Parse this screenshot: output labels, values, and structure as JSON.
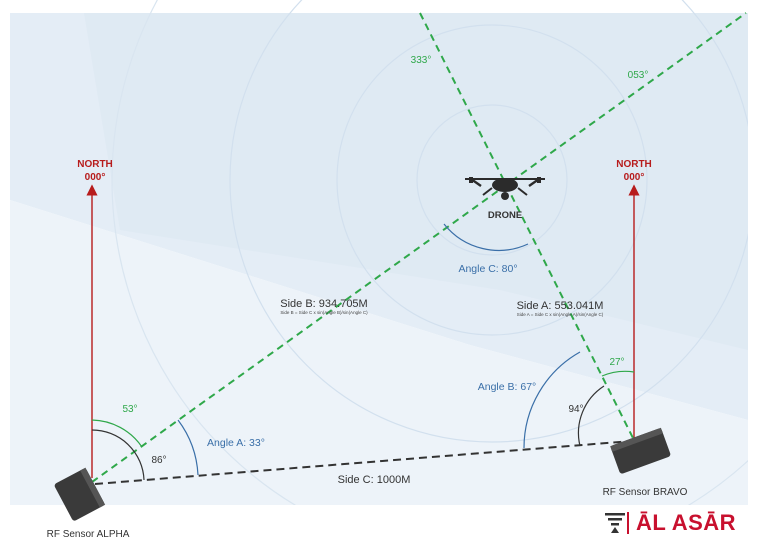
{
  "colors": {
    "background": "#e8f0f8",
    "ring_stroke": "#d2e0ee",
    "north_red": "#b71c1c",
    "bearing_green": "#2fa84a",
    "angle_blue": "#3a6fa8",
    "dark_line": "#333333",
    "logo_red": "#c8102e",
    "text_dark": "#333333"
  },
  "sensors": {
    "alpha": {
      "label": "RF Sensor ALPHA",
      "north_label": "NORTH",
      "north_value": "000°",
      "bearing": "53°",
      "interior_angle": "86°"
    },
    "bravo": {
      "label": "RF Sensor BRAVO",
      "north_label": "NORTH",
      "north_value": "000°",
      "bearing": "27°",
      "interior_angle": "94°"
    }
  },
  "drone": {
    "label": "DRONE",
    "icon": "drone-icon"
  },
  "bearing_labels": {
    "alpha_line": "053°",
    "bravo_line": "333°"
  },
  "angles": {
    "a": "Angle A: 33°",
    "b": "Angle B: 67°",
    "c": "Angle C: 80°"
  },
  "sides": {
    "a": {
      "label": "Side A: 553.041M",
      "formula": "Side A = Side C x sin(Angle A)/sin(Angle C)"
    },
    "b": {
      "label": "Side B: 934.705M",
      "formula": "Side B = Side C x sin(Angle B)/sin(Angle C)"
    },
    "c": {
      "label": "Side C: 1000M"
    }
  },
  "logo": {
    "text": "ĀL ASĀR",
    "icon": "al-asar-signal-icon"
  }
}
